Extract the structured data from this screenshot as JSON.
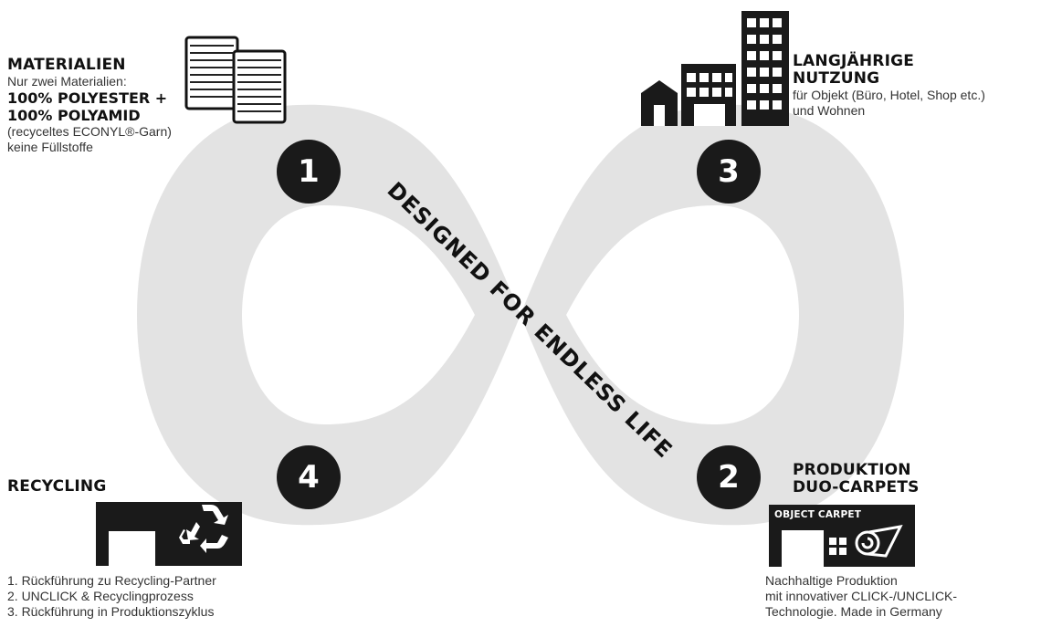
{
  "motto": "DESIGNED FOR ENDLESS LIFE",
  "steps": [
    {
      "number": "1",
      "title": "MATERIALIEN",
      "lines": [
        "Nur zwei Materialien:"
      ],
      "strong_lines": [
        "100% POLYESTER +",
        "100% POLYAMID"
      ],
      "extra_lines": [
        "(recyceltes ECONYL®-Garn)",
        "keine Füllstoffe"
      ],
      "icon": "fabric-rolls-icon"
    },
    {
      "number": "2",
      "title_lines": [
        "PRODUKTION",
        "DUO-CARPETS"
      ],
      "building_label": "OBJECT CARPET",
      "lines": [
        "Nachhaltige Produktion",
        "mit innovativer CLICK-/UNCLICK-",
        "Technologie. Made in Germany"
      ],
      "icon": "factory-icon"
    },
    {
      "number": "3",
      "title_lines": [
        "LANGJÄHRIGE",
        "NUTZUNG"
      ],
      "lines": [
        "für Objekt (Büro, Hotel, Shop etc.)",
        "und Wohnen"
      ],
      "icon": "buildings-icon"
    },
    {
      "number": "4",
      "title": "RECYCLING",
      "lines": [
        "1. Rückführung zu Recycling-Partner",
        "2. UNCLICK & Recyclingprozess",
        "3. Rückführung in Produktionszyklus"
      ],
      "icon": "recycling-icon"
    }
  ],
  "colors": {
    "loop": "#e3e3e3",
    "badge": "#1a1a1a",
    "ink": "#111111"
  }
}
